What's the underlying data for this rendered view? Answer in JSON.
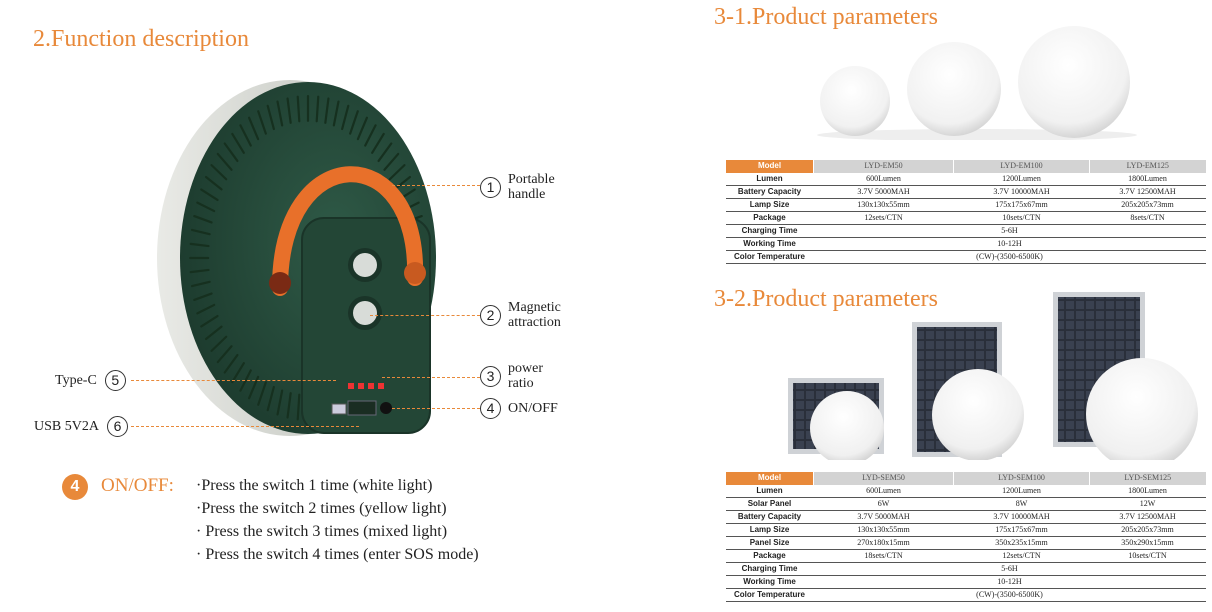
{
  "left": {
    "section_title": "2.Function description",
    "callouts": [
      {
        "num": "1",
        "label_line1": "Portable",
        "label_line2": "handle"
      },
      {
        "num": "2",
        "label_line1": "Magnetic",
        "label_line2": "attraction"
      },
      {
        "num": "3",
        "label_line1": "power",
        "label_line2": "ratio"
      },
      {
        "num": "4",
        "label_line1": "ON/OFF",
        "label_line2": ""
      },
      {
        "num": "5",
        "label_line1": "Type-C",
        "label_line2": ""
      },
      {
        "num": "6",
        "label_line1": "USB 5V2A",
        "label_line2": ""
      }
    ],
    "onoff": {
      "badge": "4",
      "title": "ON/OFF:",
      "lines": [
        "·Press the switch 1 time (white light)",
        "·Press the switch 2 times (yellow light)",
        "· Press the switch 3 times (mixed light)",
        "· Press the switch 4 times (enter SOS mode)"
      ]
    },
    "colors": {
      "accent": "#e8893a",
      "device_body": "#274d3d",
      "handle": "#e8702a"
    }
  },
  "right": {
    "table1": {
      "title": "3-1.Product parameters",
      "headers": [
        "Model",
        "LYD-EM50",
        "LYD-EM100",
        "LYD-EM125"
      ],
      "rows": [
        {
          "label": "Lumen",
          "values": [
            "600Lumen",
            "1200Lumen",
            "1800Lumen"
          ]
        },
        {
          "label": "Battery Capacity",
          "values": [
            "3.7V 5000MAH",
            "3.7V 10000MAH",
            "3.7V 12500MAH"
          ]
        },
        {
          "label": "Lamp Size",
          "values": [
            "130x130x55mm",
            "175x175x67mm",
            "205x205x73mm"
          ]
        },
        {
          "label": "Package",
          "values": [
            "12sets/CTN",
            "10sets/CTN",
            "8sets/CTN"
          ]
        },
        {
          "label": "Charging Time",
          "merged": "5-6H"
        },
        {
          "label": "Working Time",
          "merged": "10-12H"
        },
        {
          "label": "Color Temperature",
          "merged": "(CW)-(3500-6500K)"
        }
      ]
    },
    "table2": {
      "title": "3-2.Product parameters",
      "headers": [
        "Model",
        "LYD-SEM50",
        "LYD-SEM100",
        "LYD-SEM125"
      ],
      "rows": [
        {
          "label": "Lumen",
          "values": [
            "600Lumen",
            "1200Lumen",
            "1800Lumen"
          ]
        },
        {
          "label": "Solar Panel",
          "values": [
            "6W",
            "8W",
            "12W"
          ]
        },
        {
          "label": "Battery Capacity",
          "values": [
            "3.7V 5000MAH",
            "3.7V 10000MAH",
            "3.7V 12500MAH"
          ]
        },
        {
          "label": "Lamp Size",
          "values": [
            "130x130x55mm",
            "175x175x67mm",
            "205x205x73mm"
          ]
        },
        {
          "label": "Panel Size",
          "values": [
            "270x180x15mm",
            "350x235x15mm",
            "350x290x15mm"
          ]
        },
        {
          "label": "Package",
          "values": [
            "18sets/CTN",
            "12sets/CTN",
            "10sets/CTN"
          ]
        },
        {
          "label": "Charging Time",
          "merged": "5-6H"
        },
        {
          "label": "Working Time",
          "merged": "10-12H"
        },
        {
          "label": "Color Temperature",
          "merged": "(CW)-(3500-6500K)"
        }
      ]
    }
  }
}
